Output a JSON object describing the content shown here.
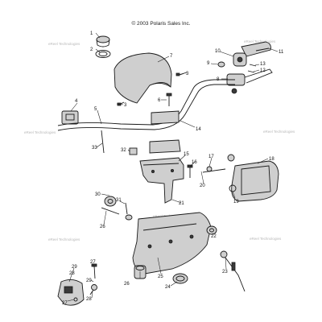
{
  "copyright": "© 2003 Polaris Sales Inc.",
  "watermark": "eReel Technologies",
  "callouts": [
    {
      "id": "c1",
      "label": "1"
    },
    {
      "id": "c2",
      "label": "2"
    },
    {
      "id": "c3",
      "label": "3"
    },
    {
      "id": "c4",
      "label": "4"
    },
    {
      "id": "c5",
      "label": "5"
    },
    {
      "id": "c6",
      "label": "6"
    },
    {
      "id": "c7",
      "label": "7"
    },
    {
      "id": "c8",
      "label": "8"
    },
    {
      "id": "c9",
      "label": "9"
    },
    {
      "id": "c10",
      "label": "10"
    },
    {
      "id": "c11",
      "label": "11"
    },
    {
      "id": "c12",
      "label": "12"
    },
    {
      "id": "c13",
      "label": "13"
    },
    {
      "id": "c14",
      "label": "14"
    },
    {
      "id": "c15",
      "label": "15"
    },
    {
      "id": "c16",
      "label": "16"
    },
    {
      "id": "c17",
      "label": "17"
    },
    {
      "id": "c18",
      "label": "18"
    },
    {
      "id": "c19",
      "label": "19"
    },
    {
      "id": "c20",
      "label": "20"
    },
    {
      "id": "c21",
      "label": "21"
    },
    {
      "id": "c22",
      "label": "22"
    },
    {
      "id": "c23",
      "label": "23"
    },
    {
      "id": "c24",
      "label": "24"
    },
    {
      "id": "c25",
      "label": "25"
    },
    {
      "id": "c26",
      "label": "26"
    },
    {
      "id": "c27",
      "label": "27"
    },
    {
      "id": "c28",
      "label": "28"
    },
    {
      "id": "c29",
      "label": "29"
    },
    {
      "id": "c30",
      "label": "30"
    },
    {
      "id": "c31",
      "label": "31"
    },
    {
      "id": "c32",
      "label": "32"
    },
    {
      "id": "c33",
      "label": "33"
    },
    {
      "id": "c34",
      "label": "3"
    }
  ]
}
